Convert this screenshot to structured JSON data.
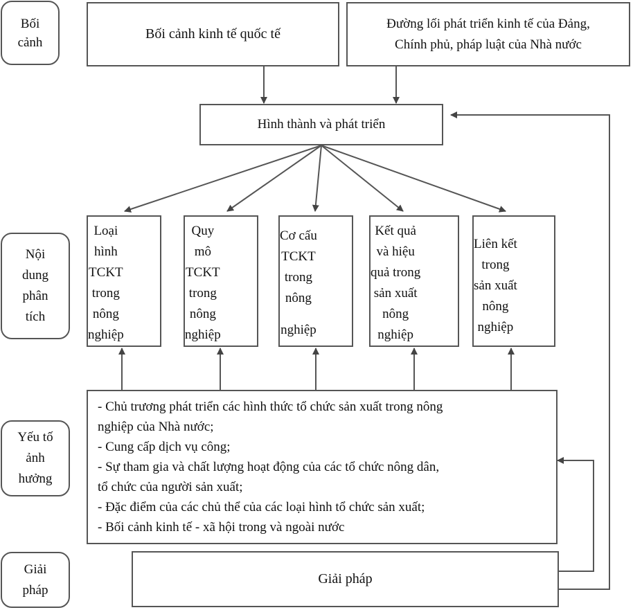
{
  "stages": [
    {
      "lines": [
        "Bối",
        "cảnh"
      ]
    },
    {
      "lines": [
        "Nội",
        "dung",
        "phân",
        "tích"
      ]
    },
    {
      "lines": [
        "Yếu tố",
        "ảnh",
        "hưởng"
      ]
    },
    {
      "lines": [
        "Giải",
        "pháp"
      ]
    }
  ],
  "top": {
    "international": "Bối cảnh kinh tế quốc tế",
    "policy": [
      "Đường lối phát triển kinh tế của Đảng,",
      "Chính phủ, pháp luật của Nhà nước"
    ]
  },
  "formation": "Hình thành và phát triển",
  "analysis": [
    {
      "lines": [
        "Loại",
        "hình",
        "TCKT",
        "trong",
        "nông",
        "nghiệp"
      ]
    },
    {
      "lines": [
        "Quy",
        "mô",
        "TCKT",
        "trong",
        "nông",
        "nghiệp"
      ]
    },
    {
      "lines": [
        "Cơ cấu",
        "TCKT",
        "trong",
        "nông",
        "nghiệp"
      ]
    },
    {
      "lines": [
        "Kết quả",
        "và hiệu",
        "quả trong",
        "sản xuất",
        "nông",
        "nghiệp"
      ]
    },
    {
      "lines": [
        "Liên kết",
        "trong",
        "sản xuất",
        "nông",
        "nghiệp"
      ]
    }
  ],
  "factors": [
    "- Chủ trương phát triển các hình thức tổ chức sản xuất trong nông",
    "nghiệp của Nhà nước;",
    "- Cung cấp dịch vụ công;",
    "- Sự tham gia và chất lượng hoạt động của các tổ chức nông dân,",
    "tổ chức của người sản xuất;",
    "- Đặc điểm của các chủ thể của các loại hình tổ chức sản xuất;",
    "- Bối cảnh kinh tế - xã hội trong và ngoài nước"
  ],
  "solution": "Giải pháp"
}
